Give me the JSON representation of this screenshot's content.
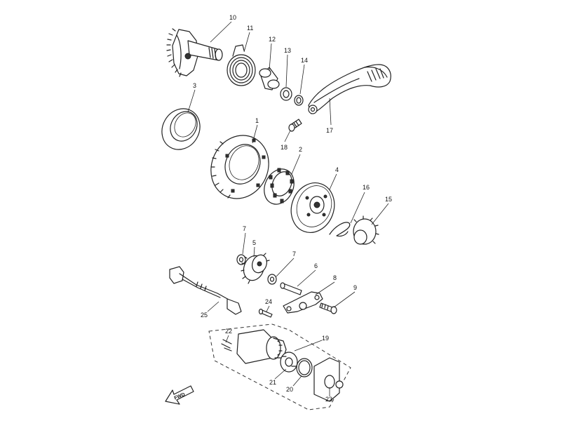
{
  "callouts": {
    "c1": "1",
    "c2": "2",
    "c3": "3",
    "c4": "4",
    "c5": "5",
    "c6": "6",
    "c7a": "7",
    "c7b": "7",
    "c8": "8",
    "c9": "9",
    "c10": "10",
    "c11": "11",
    "c12": "12",
    "c13": "13",
    "c14": "14",
    "c15": "15",
    "c16": "16",
    "c17": "17",
    "c18": "18",
    "c19": "19",
    "c20": "20",
    "c21": "21",
    "c22": "22",
    "c23": "23",
    "c24": "24",
    "c25": "25"
  },
  "direction_label": "FWD"
}
